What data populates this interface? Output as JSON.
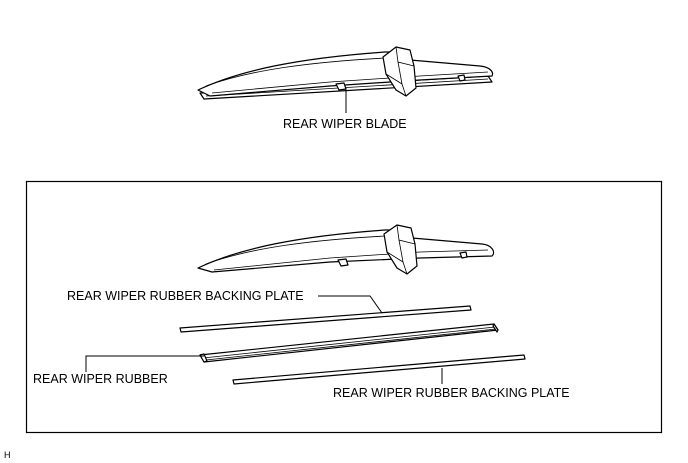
{
  "labels": {
    "top_blade": "REAR WIPER BLADE",
    "backing_plate_upper": "REAR WIPER RUBBER BACKING PLATE",
    "rubber": "REAR WIPER RUBBER",
    "backing_plate_lower": "REAR WIPER RUBBER BACKING PLATE"
  },
  "figure_code": "H"
}
